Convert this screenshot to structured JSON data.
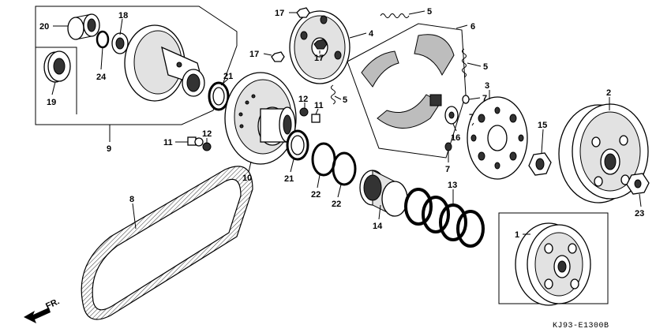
{
  "diagram": {
    "code": "KJ93-E1300B",
    "direction": "FR.",
    "callouts": [
      {
        "id": "c20",
        "text": "20"
      },
      {
        "id": "c18",
        "text": "18"
      },
      {
        "id": "c24",
        "text": "24"
      },
      {
        "id": "c19",
        "text": "19"
      },
      {
        "id": "c9",
        "text": "9"
      },
      {
        "id": "c11a",
        "text": "11"
      },
      {
        "id": "c12a",
        "text": "12"
      },
      {
        "id": "c21a",
        "text": "21"
      },
      {
        "id": "c10",
        "text": "10"
      },
      {
        "id": "c12b",
        "text": "12"
      },
      {
        "id": "c11b",
        "text": "11"
      },
      {
        "id": "c21b",
        "text": "21"
      },
      {
        "id": "c22a",
        "text": "22"
      },
      {
        "id": "c22b",
        "text": "22"
      },
      {
        "id": "c17a",
        "text": "17"
      },
      {
        "id": "c17b",
        "text": "17"
      },
      {
        "id": "c17c",
        "text": "17"
      },
      {
        "id": "c4",
        "text": "4"
      },
      {
        "id": "c5a",
        "text": "5"
      },
      {
        "id": "c5b",
        "text": "5"
      },
      {
        "id": "c5c",
        "text": "5"
      },
      {
        "id": "c6",
        "text": "6"
      },
      {
        "id": "c3",
        "text": "3"
      },
      {
        "id": "c7a",
        "text": "7"
      },
      {
        "id": "c7b",
        "text": "7"
      },
      {
        "id": "c7c",
        "text": "7"
      },
      {
        "id": "c16",
        "text": "16"
      },
      {
        "id": "c15",
        "text": "15"
      },
      {
        "id": "c2",
        "text": "2"
      },
      {
        "id": "c23",
        "text": "23"
      },
      {
        "id": "c14",
        "text": "14"
      },
      {
        "id": "c13",
        "text": "13"
      },
      {
        "id": "c8",
        "text": "8"
      },
      {
        "id": "c1",
        "text": "1"
      }
    ]
  }
}
